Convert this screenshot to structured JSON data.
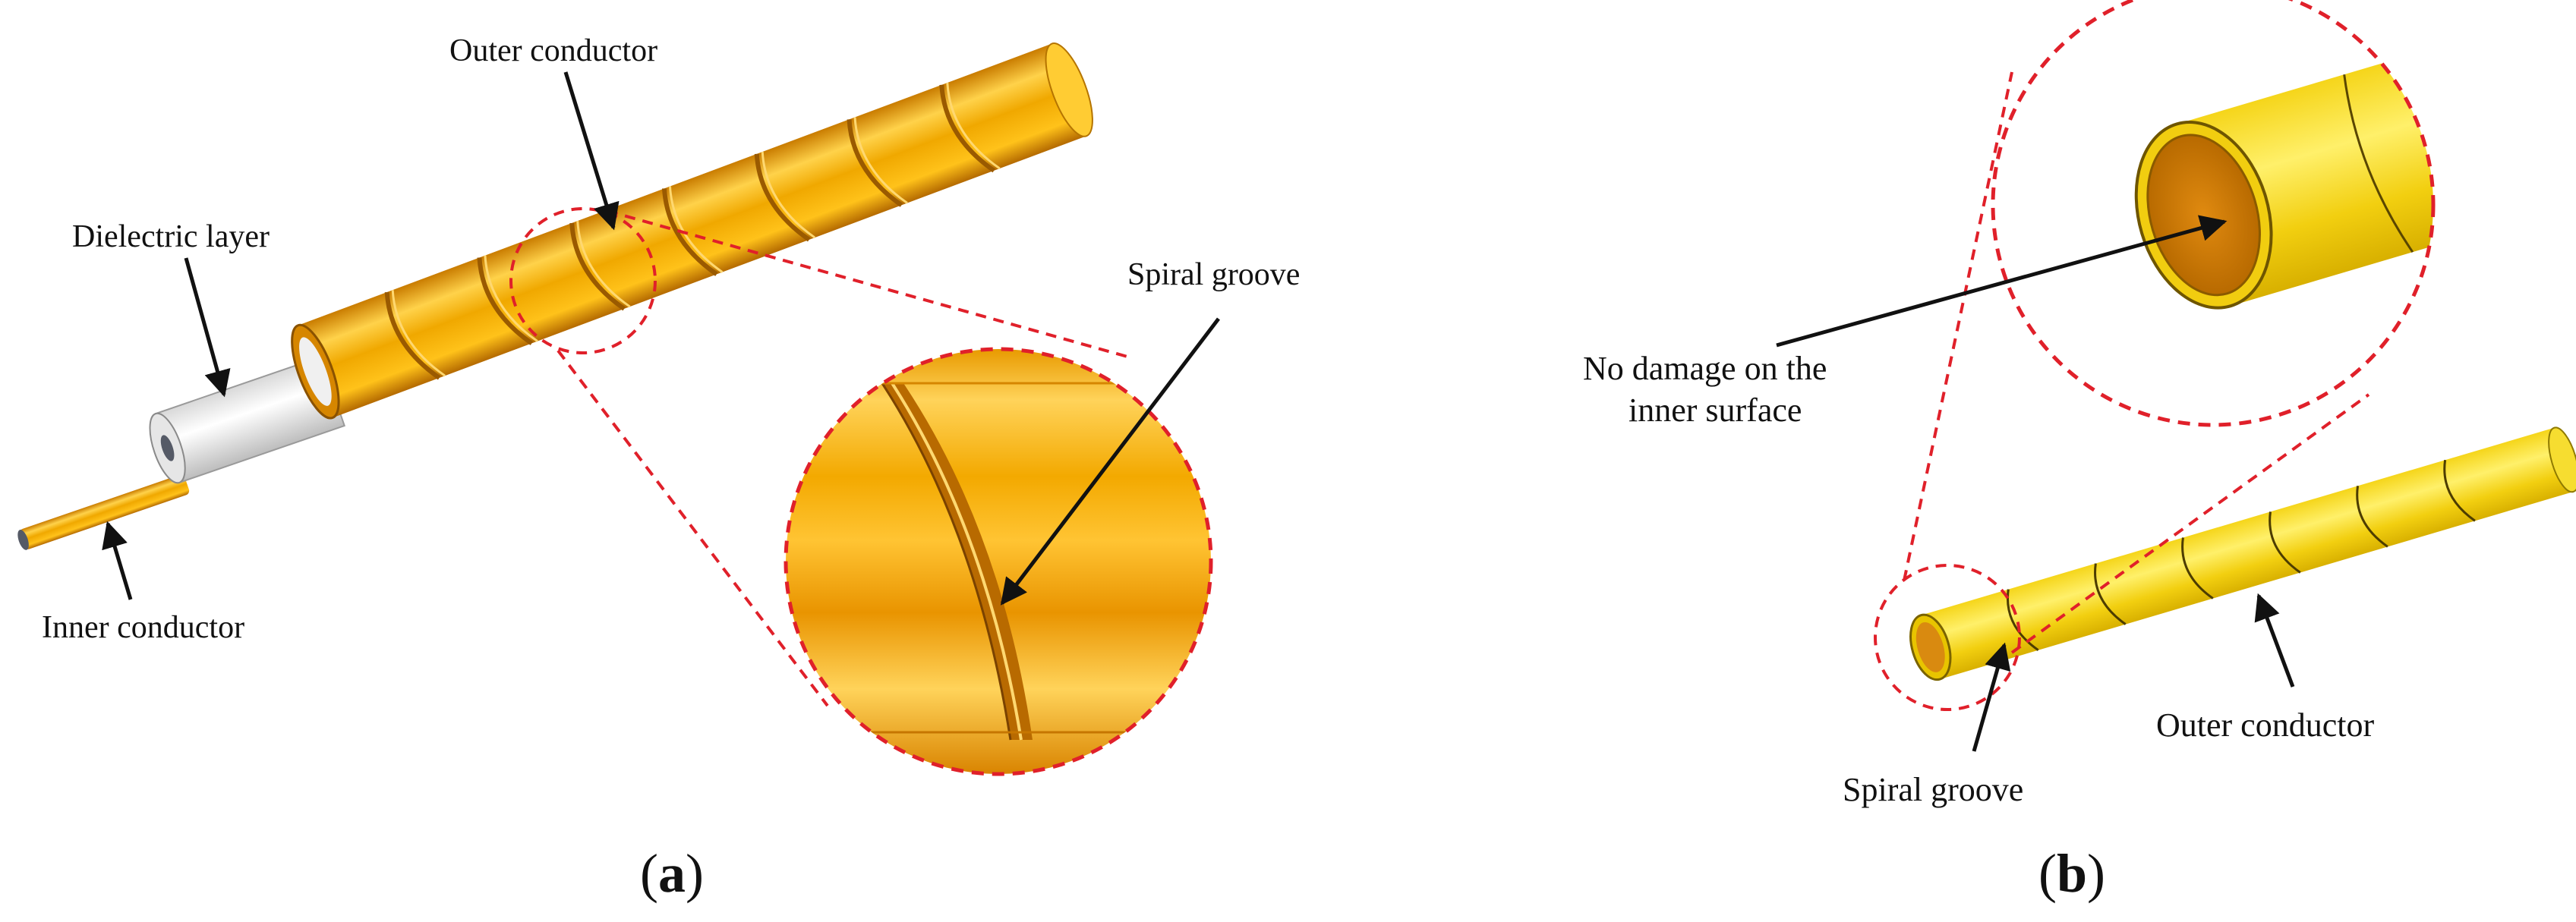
{
  "panel_a": {
    "labels": {
      "outer_conductor": "Outer conductor",
      "dielectric_layer": "Dielectric layer",
      "spiral_groove": "Spiral groove",
      "inner_conductor": "Inner conductor"
    },
    "caption": {
      "open": "(",
      "letter": "a",
      "close": ")"
    }
  },
  "panel_b": {
    "labels": {
      "no_damage_line1": "No damage on the",
      "no_damage_line2": "inner surface",
      "spiral_groove": "Spiral groove",
      "outer_conductor": "Outer conductor"
    },
    "caption": {
      "open": "(",
      "letter": "b",
      "close": ")"
    }
  },
  "colors": {
    "gold_dark": "#d78a00",
    "gold_mid": "#f2b400",
    "gold_light": "#ffd84a",
    "yellow": "#f7dd1e",
    "dielectric": "#eeeeee",
    "dashed_red": "#e0202a",
    "arrow": "#111111"
  }
}
